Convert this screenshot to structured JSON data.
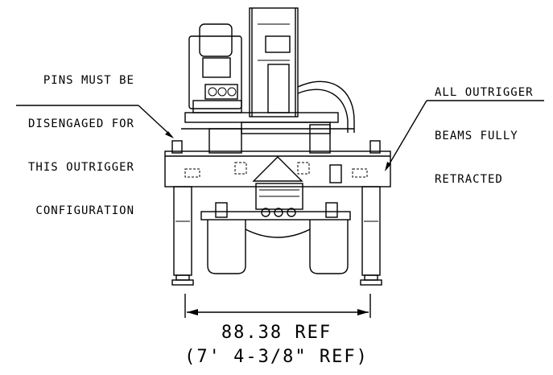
{
  "notes": {
    "left": [
      "PINS MUST BE",
      "DISENGAGED FOR",
      "THIS OUTRIGGER",
      "CONFIGURATION"
    ],
    "right": [
      "ALL OUTRIGGER",
      "BEAMS FULLY",
      "RETRACTED"
    ]
  },
  "dimension": {
    "value": "88.38 REF",
    "imperial": "(7' 4-3/8\" REF)"
  }
}
